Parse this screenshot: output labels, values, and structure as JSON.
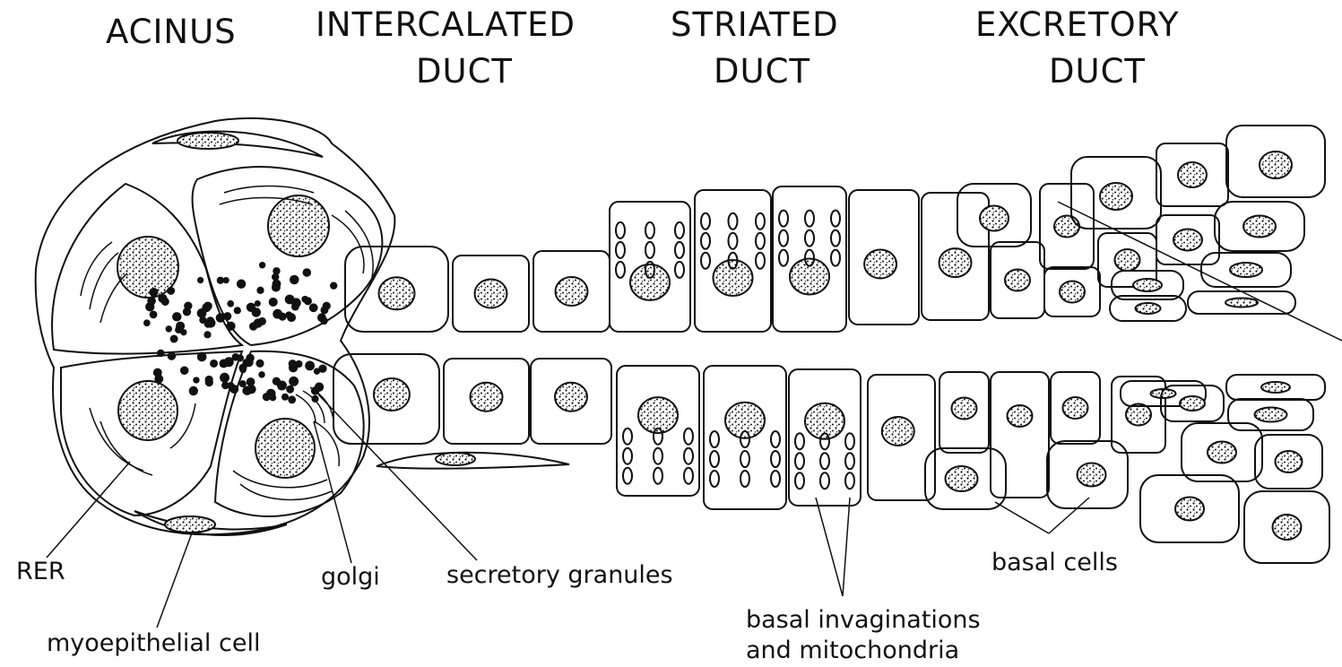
{
  "headers": {
    "acinus": "ACINUS",
    "intercalated": "INTERCALATED",
    "intercalated_duct": "DUCT",
    "striated": "STRIATED",
    "striated_duct": "DUCT",
    "excretory": "EXCRETORY",
    "excretory_duct": "DUCT"
  },
  "labels": {
    "rer": "RER",
    "myoepithelial": "myoepithelial cell",
    "golgi": "golgi",
    "secretory": "secretory granules",
    "basal_invaginations_1": "basal invaginations",
    "basal_invaginations_2": "and mitochondria",
    "basal_cells": "basal cells"
  },
  "colors": {
    "ink": "#111111",
    "background": "#ffffff"
  }
}
